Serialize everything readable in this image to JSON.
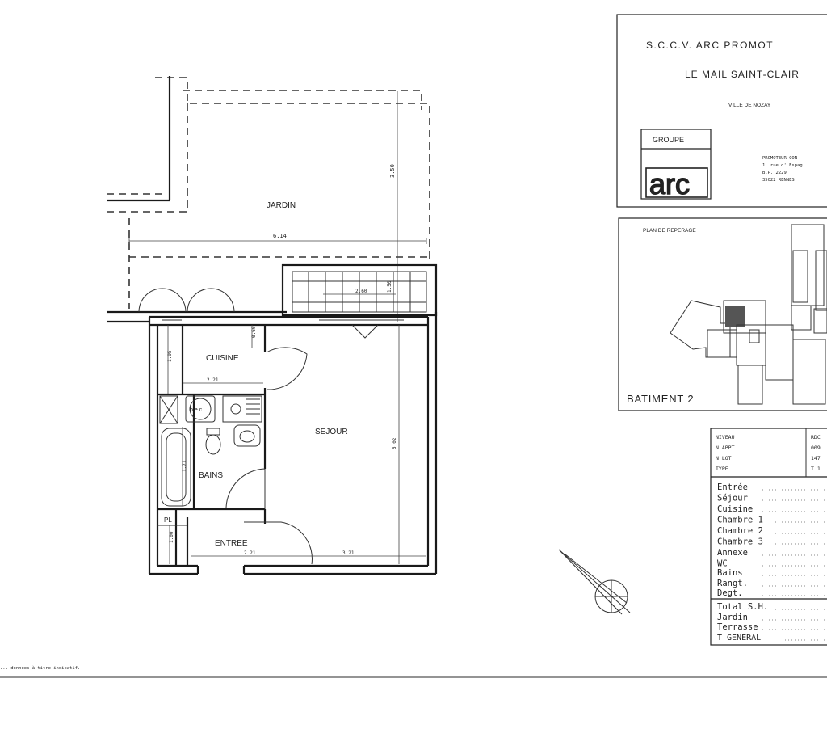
{
  "header": {
    "company": "S.C.C.V.   ARC PROMOT",
    "project": "LE MAIL SAINT-CLAIR",
    "city": "VILLE DE NOZAY",
    "groupe": "GROUPE",
    "logo": "arc",
    "promoteur_lines": [
      "PROMOTEUR-CON",
      "1, rue d' Espag",
      "B.P. 2229",
      "35022 RENNES"
    ]
  },
  "location": {
    "title": "PLAN DE REPERAGE",
    "building": "BATIMENT 2"
  },
  "info_table": {
    "rows": [
      {
        "label": "NIVEAU",
        "value": "RDC"
      },
      {
        "label": "N APPT.",
        "value": "009"
      },
      {
        "label": "N LOT",
        "value": "147"
      },
      {
        "label": "TYPE",
        "value": "T 1"
      }
    ]
  },
  "surfaces": {
    "rooms": [
      "Entrée",
      "Séjour",
      "Cuisine",
      "Chambre 1",
      "Chambre 2",
      "Chambre 3",
      "Annexe",
      "WC",
      "Bains",
      "Rangt.",
      "Degt."
    ],
    "totals": [
      "Total S.H.",
      "Jardin",
      "Terrasse",
      "T GENERAL"
    ]
  },
  "rooms": {
    "jardin": "JARDIN",
    "cuisine": "CUISINE",
    "sejour": "SEJOUR",
    "bains": "BAINS",
    "entree": "ENTREE",
    "bec": "b.e.c",
    "placard": "PL"
  },
  "dimensions": {
    "jardin_width": "6.14",
    "jardin_depth": "3.50",
    "terrasse_width": "2.60",
    "terrasse_depth": "1.50",
    "cuisine_depth": "1.95",
    "cuisine_width": "2.21",
    "cuisine_small": "0.60",
    "bains_length": "1.71",
    "placard_depth": "1.00",
    "entree_width": "2.21",
    "sejour_width": "3.21",
    "sejour_depth": "5.02"
  },
  "footnote": "... données à titre indicatif."
}
